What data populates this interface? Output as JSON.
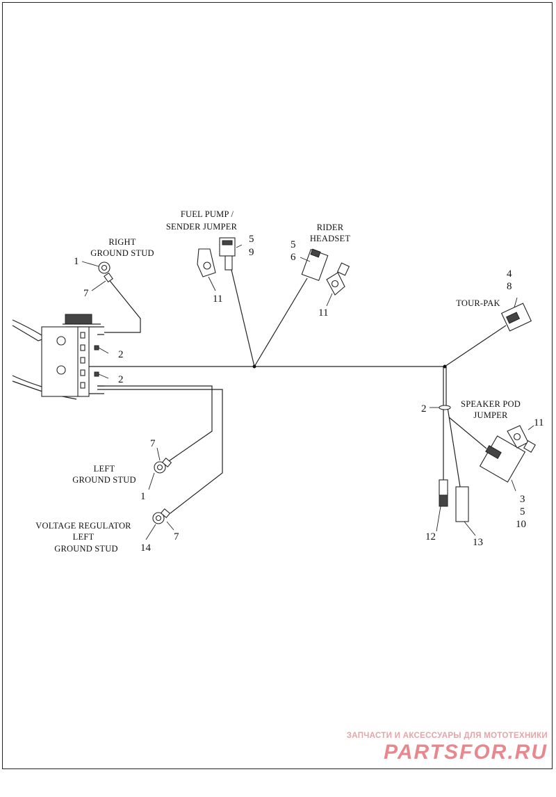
{
  "labels": {
    "right_ground_stud": [
      "RIGHT",
      "GROUND STUD"
    ],
    "fuel_pump": [
      "FUEL PUMP /",
      "SENDER JUMPER"
    ],
    "rider_headset": [
      "RIDER",
      "HEADSET"
    ],
    "tour_pak": [
      "TOUR-PAK"
    ],
    "speaker_pod": [
      "SPEAKER POD",
      "JUMPER"
    ],
    "left_ground_stud": [
      "LEFT",
      "GROUND STUD"
    ],
    "voltage_regulator": [
      "VOLTAGE REGULATOR",
      "LEFT",
      "GROUND STUD"
    ]
  },
  "callouts": {
    "rgs_1": "1",
    "rgs_7": "7",
    "fp_5": "5",
    "fp_9": "9",
    "fp_11": "11",
    "rh_5": "5",
    "rh_6": "6",
    "rh_11": "11",
    "tp_4": "4",
    "tp_8": "8",
    "clip_2a": "2",
    "clip_2b": "2",
    "sp_2": "2",
    "sp_11": "11",
    "sp_3": "3",
    "sp_5": "5",
    "sp_10": "10",
    "sp_12": "12",
    "sp_13": "13",
    "lgs_7": "7",
    "lgs_1": "1",
    "vr_14": "14",
    "vr_7": "7"
  },
  "watermark": {
    "tagline": "ЗАПЧАСТИ И АКСЕССУАРЫ ДЛЯ МОТОТЕХНИКИ",
    "brand": "PARTSFOR.RU"
  }
}
